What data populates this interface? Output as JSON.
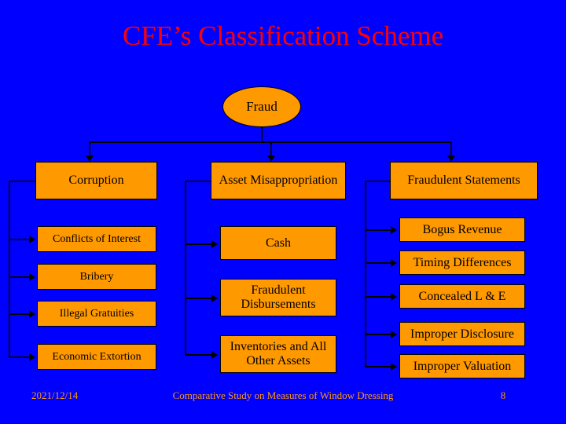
{
  "slide": {
    "title": "CFE’s Classification Scheme",
    "background_color": "#0000FF",
    "title_color": "#FF0000",
    "node_fill_color": "#FF9900",
    "footer_color": "#FF9900"
  },
  "nodes": {
    "root": "Fraud",
    "branches": [
      {
        "header": "Corruption",
        "children": [
          "Conflicts of Interest",
          "Bribery",
          "Illegal Gratuities",
          "Economic Extortion"
        ]
      },
      {
        "header": "Asset Misappropriation",
        "children": [
          "Cash",
          "Fraudulent Disbursements",
          "Inventories and All Other Assets"
        ]
      },
      {
        "header": "Fraudulent Statements",
        "children": [
          "Bogus Revenue",
          "Timing Differences",
          "Concealed L & E",
          "Improper Disclosure",
          "Improper Valuation"
        ]
      }
    ]
  },
  "footer": {
    "date": "2021/12/14",
    "center": "Comparative Study on Measures of Window Dressing",
    "page": "8"
  }
}
